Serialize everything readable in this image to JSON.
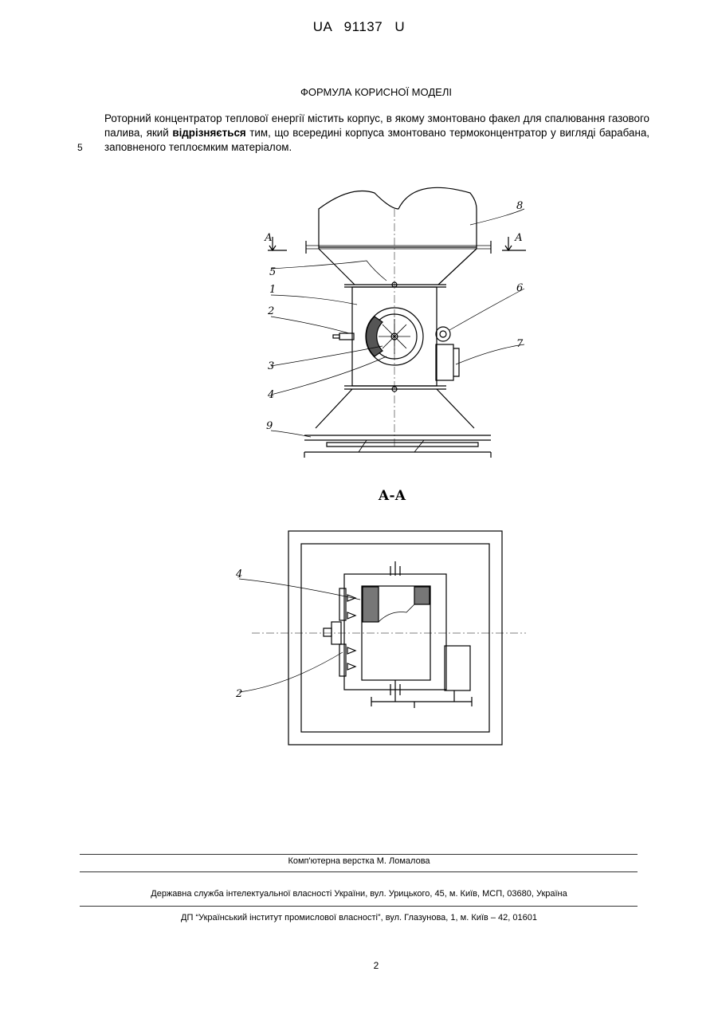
{
  "header": {
    "doc_number": "UA 91137 U"
  },
  "claims": {
    "title": "ФОРМУЛА КОРИСНОЇ МОДЕЛІ",
    "line_number": "5",
    "text_before": "Роторний концентратор теплової енергії містить корпус, в якому змонтовано факел для спалювання газового палива, який ",
    "text_bold": "відрізняється",
    "text_after": " тим, що всередині корпуса змонтовано термоконцентратор у вигляді барабана, заповненого теплоємким матеріалом."
  },
  "figure1": {
    "section_marks": {
      "left": "А",
      "right": "А"
    },
    "callouts": [
      "1",
      "2",
      "3",
      "4",
      "5",
      "6",
      "7",
      "8",
      "9"
    ]
  },
  "figure2": {
    "title": "А-А",
    "callouts": [
      "4",
      "2"
    ]
  },
  "footer": {
    "layout_credit": "Комп'ютерна верстка М. Ломалова",
    "office": "Державна служба інтелектуальної власності України, вул. Урицького, 45, м. Київ, МСП, 03680, Україна",
    "publisher": "ДП “Український інститут промислової власності”, вул. Глазунова, 1, м. Київ – 42, 01601",
    "page_number": "2"
  }
}
